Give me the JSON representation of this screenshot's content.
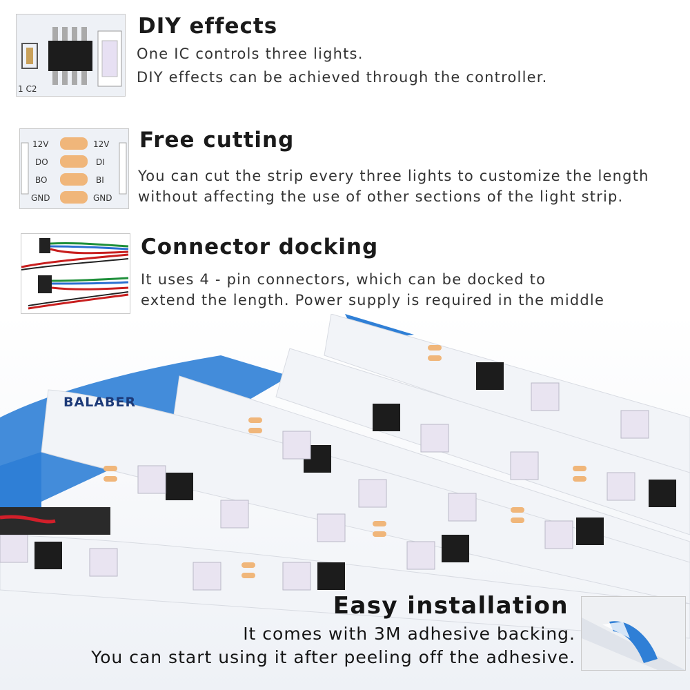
{
  "features": [
    {
      "title": "DIY effects",
      "lines": [
        "One IC controls three lights.",
        "DIY effects can be achieved through the controller."
      ],
      "thumb_text": "1 C2"
    },
    {
      "title": "Free cutting",
      "lines": [
        "You can cut the strip every three lights to customize the length",
        "without affecting the use of other sections of the light strip."
      ],
      "pad_labels_left": [
        "12V",
        "DO",
        "BO",
        "GND"
      ],
      "pad_labels_right": [
        "12V",
        "DI",
        "BI",
        "GND"
      ]
    },
    {
      "title": "Connector docking",
      "lines": [
        "It uses 4 - pin connectors, which can be docked to",
        "extend the length. Power supply is required in the middle"
      ]
    }
  ],
  "brand": "BALABER",
  "install": {
    "title": "Easy installation",
    "lines": [
      "It comes with 3M adhesive backing.",
      "You can start using it after peeling off the adhesive."
    ]
  },
  "colors": {
    "strip": "#f2f4f8",
    "backing": "#2f7fd6",
    "pad": "#f0b67a",
    "chip": "#1c1c1c"
  }
}
